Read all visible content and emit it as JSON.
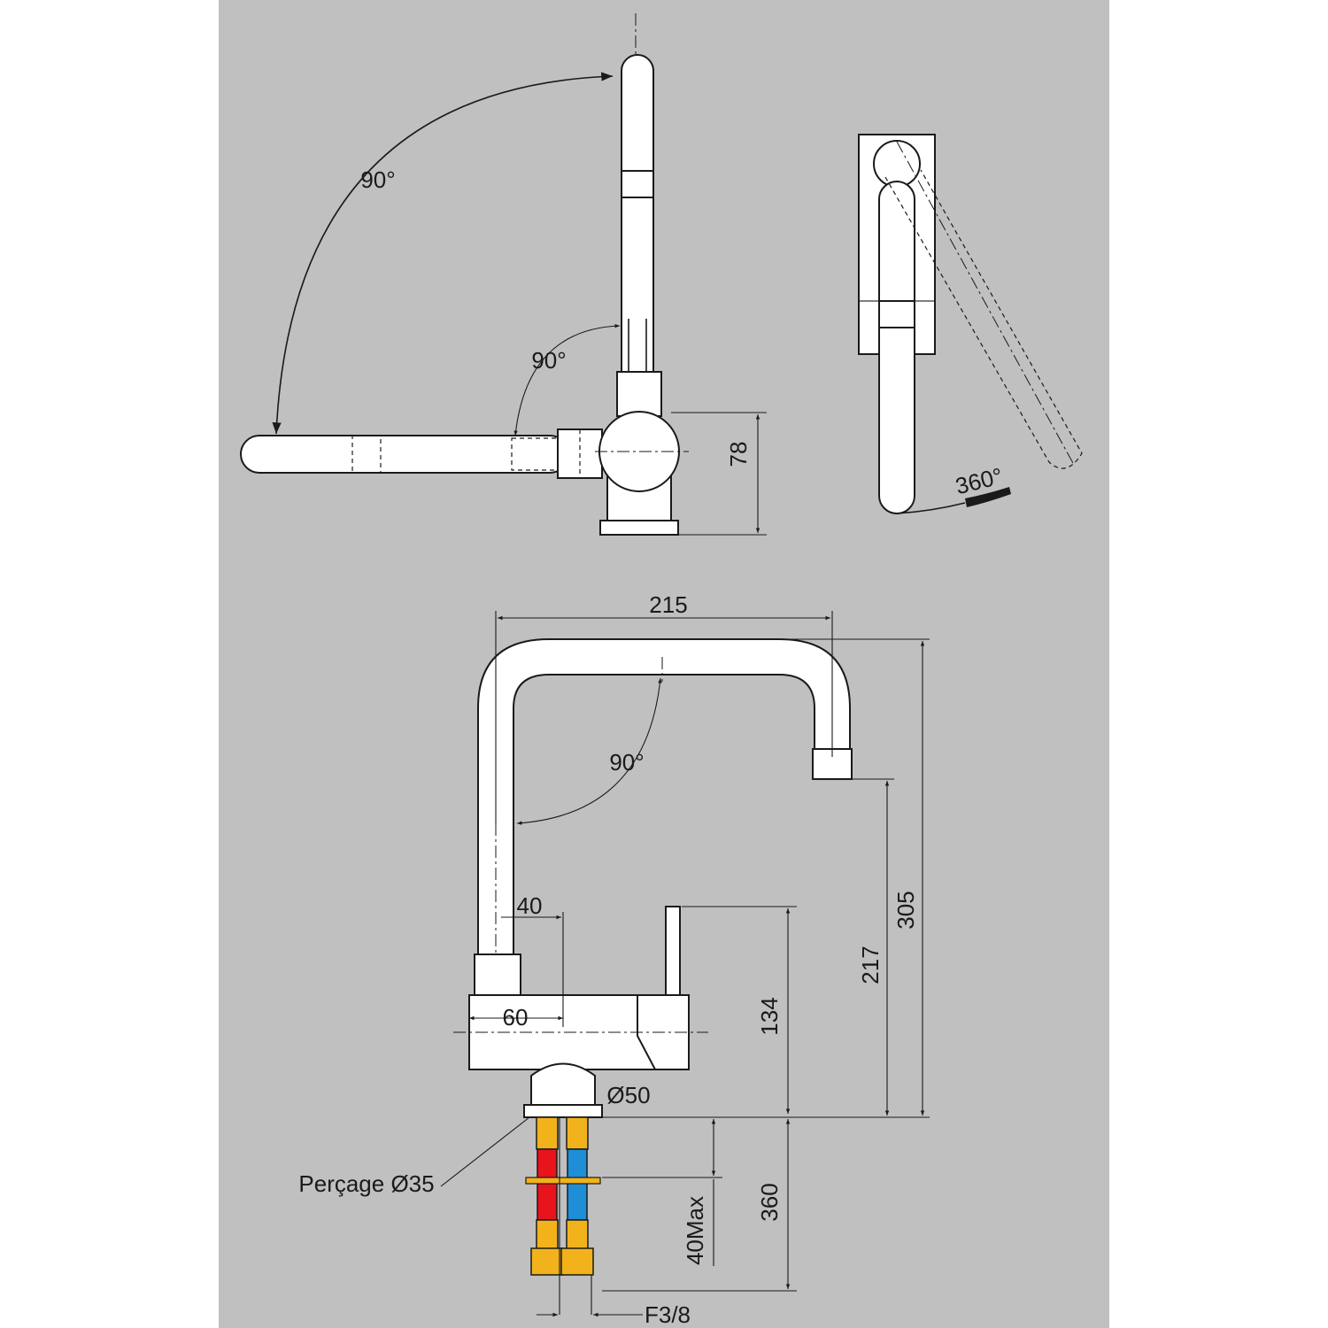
{
  "labels": {
    "angle_top_large": "90°",
    "angle_top_small": "90°",
    "height_78": "78",
    "rotation_360": "360°",
    "width_215": "215",
    "angle_front": "90°",
    "offset_40": "40",
    "body_60": "60",
    "height_134": "134",
    "height_217": "217",
    "height_305": "305",
    "base_diameter": "Ø50",
    "drilling": "Perçage Ø35",
    "depth_360": "360",
    "thickness_max": "40Max",
    "thread": "F3/8"
  },
  "colors": {
    "background": "#c0c0c0",
    "hot_hose": "#e8141c",
    "cold_hose": "#1e8fd6",
    "brass": "#f2b21b"
  }
}
